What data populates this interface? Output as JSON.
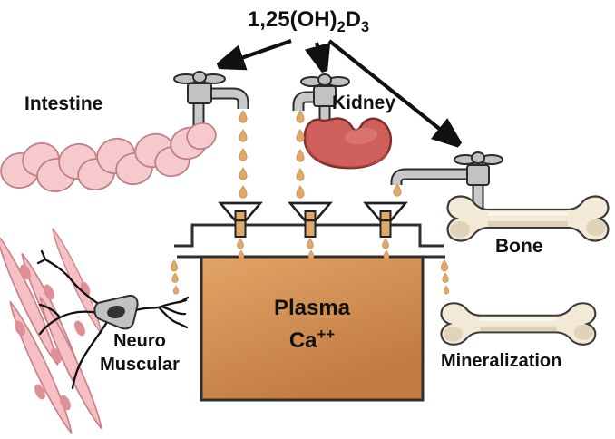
{
  "title": {
    "prefix": "1,25(OH)",
    "sub1": "2",
    "element": "D",
    "sub2": "3"
  },
  "labels": {
    "intestine": "Intestine",
    "kidney": "Kidney",
    "bone": "Bone",
    "mineralization": "Mineralization",
    "neuro_line1": "Neuro",
    "neuro_line2": "Muscular",
    "tank_line1": "Plasma",
    "tank_line2": "Ca",
    "tank_superscript": "++"
  },
  "relationships": {
    "regulator": "1,25(OH)2D3",
    "regulator_targets": [
      "intestine-faucet",
      "kidney-faucet",
      "bone-faucet"
    ],
    "calcium_sources": [
      "Intestine",
      "Kidney",
      "Bone"
    ],
    "central_pool": "Plasma Ca++",
    "calcium_outputs": [
      "Neuro Muscular",
      "Mineralization"
    ]
  },
  "colors": {
    "tank_top": "#e2a566",
    "tank_bottom": "#c17a40",
    "drop": "#e0a96b",
    "kidney": "#d0605c",
    "intestine": "#f6c9cd",
    "muscle": "#f5bfc3",
    "bone": "#f2e9d7",
    "faucet": "#c9c9c9",
    "outline": "#111111"
  }
}
